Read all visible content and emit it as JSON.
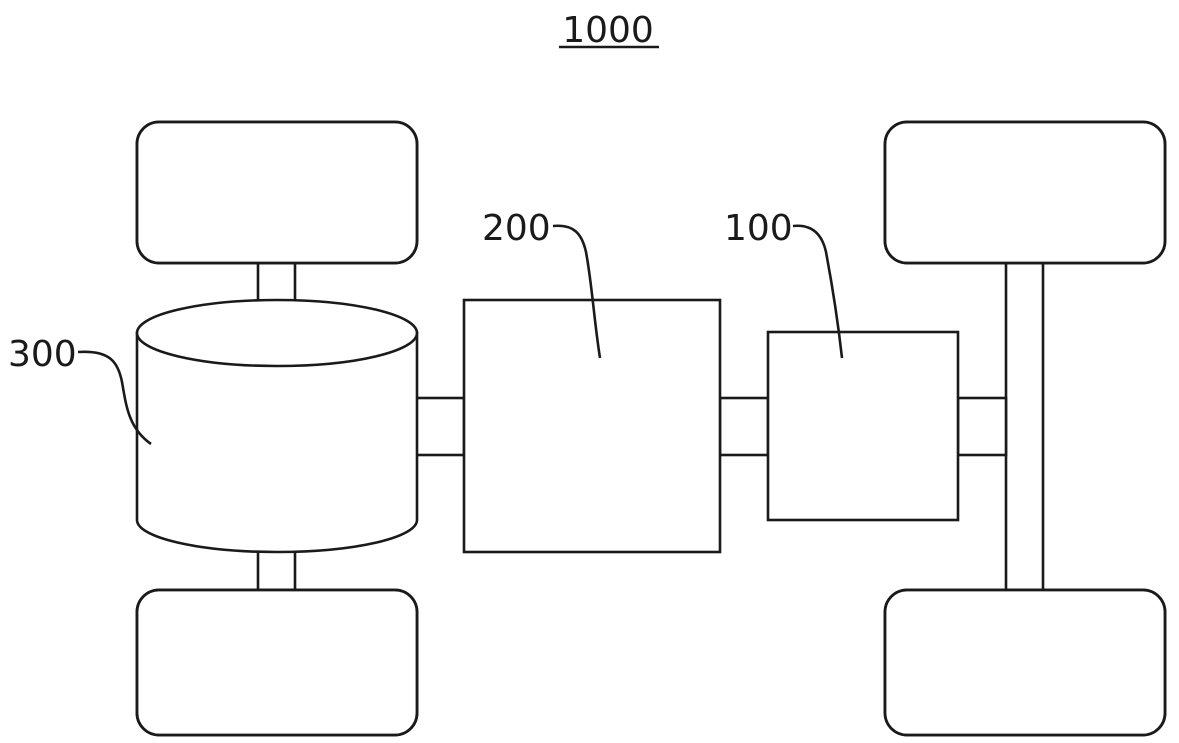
{
  "figure": {
    "title": "1000",
    "labels": {
      "battery": "300",
      "motor": "200",
      "controller": "100"
    }
  }
}
